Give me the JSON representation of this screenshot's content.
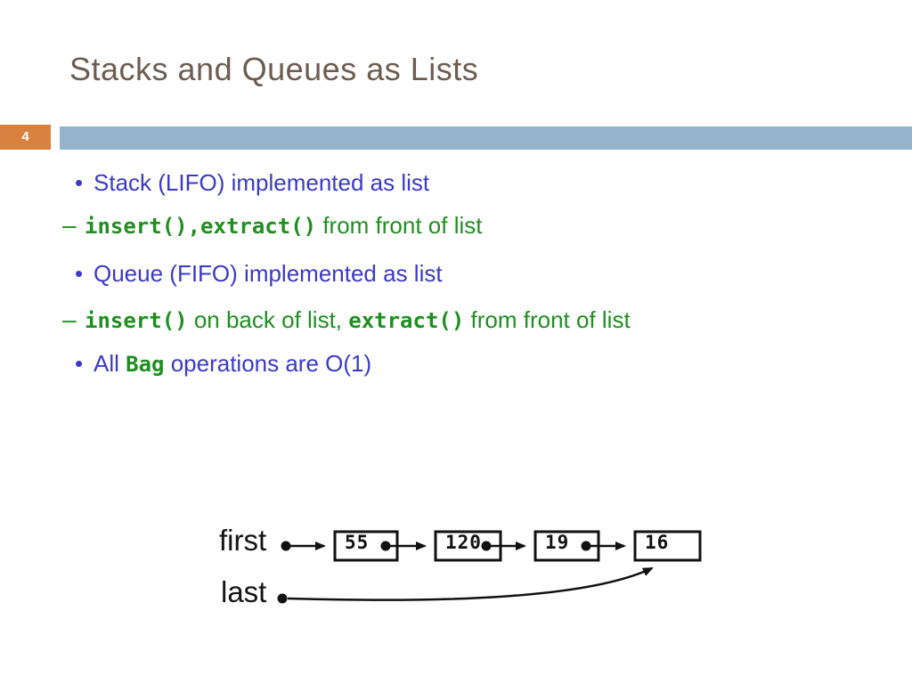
{
  "slide": {
    "title": "Stacks and Queues as Lists",
    "page_number": "4"
  },
  "colors": {
    "title_text": "#6e5c50",
    "page_number_box": "#d9823f",
    "header_bar": "#94b3cd",
    "body_text_blue": "#3a3ac9",
    "code_text_green": "#1f8f1f",
    "diagram_ink": "#111111"
  },
  "bullets": {
    "bullet_glyph": "•",
    "dash_glyph": "–",
    "line1": "Stack (LIFO) implemented as list",
    "line2_code": "insert(),extract()",
    "line2_rest": " from front of list",
    "line3": "Queue (FIFO) implemented as list",
    "line4_code1": "insert()",
    "line4_mid": " on back of list, ",
    "line4_code2": "extract()",
    "line4_rest": " from front of list",
    "line5_pre": "All ",
    "line5_code": "Bag",
    "line5_rest": " operations are O(1)"
  },
  "diagram": {
    "first_label": "first",
    "last_label": "last",
    "nodes": [
      "55",
      "120",
      "19",
      "16"
    ]
  }
}
